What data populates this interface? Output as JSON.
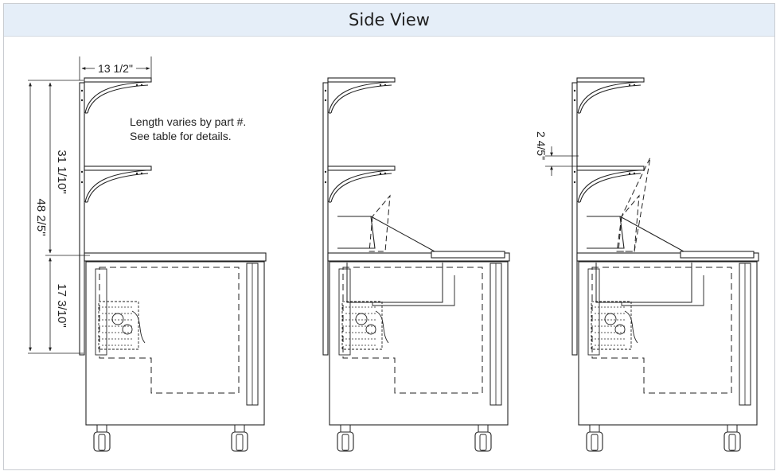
{
  "header": {
    "title": "Side View"
  },
  "dimensions": {
    "shelf_depth": "13 1/2\"",
    "upper_height": "31 1/10\"",
    "total_height": "48 2/5\"",
    "lower_height": "17 3/10\"",
    "shelf_spacing": "2 4/5\""
  },
  "note": {
    "line1": "Length varies by part #.",
    "line2": "See table for details."
  }
}
